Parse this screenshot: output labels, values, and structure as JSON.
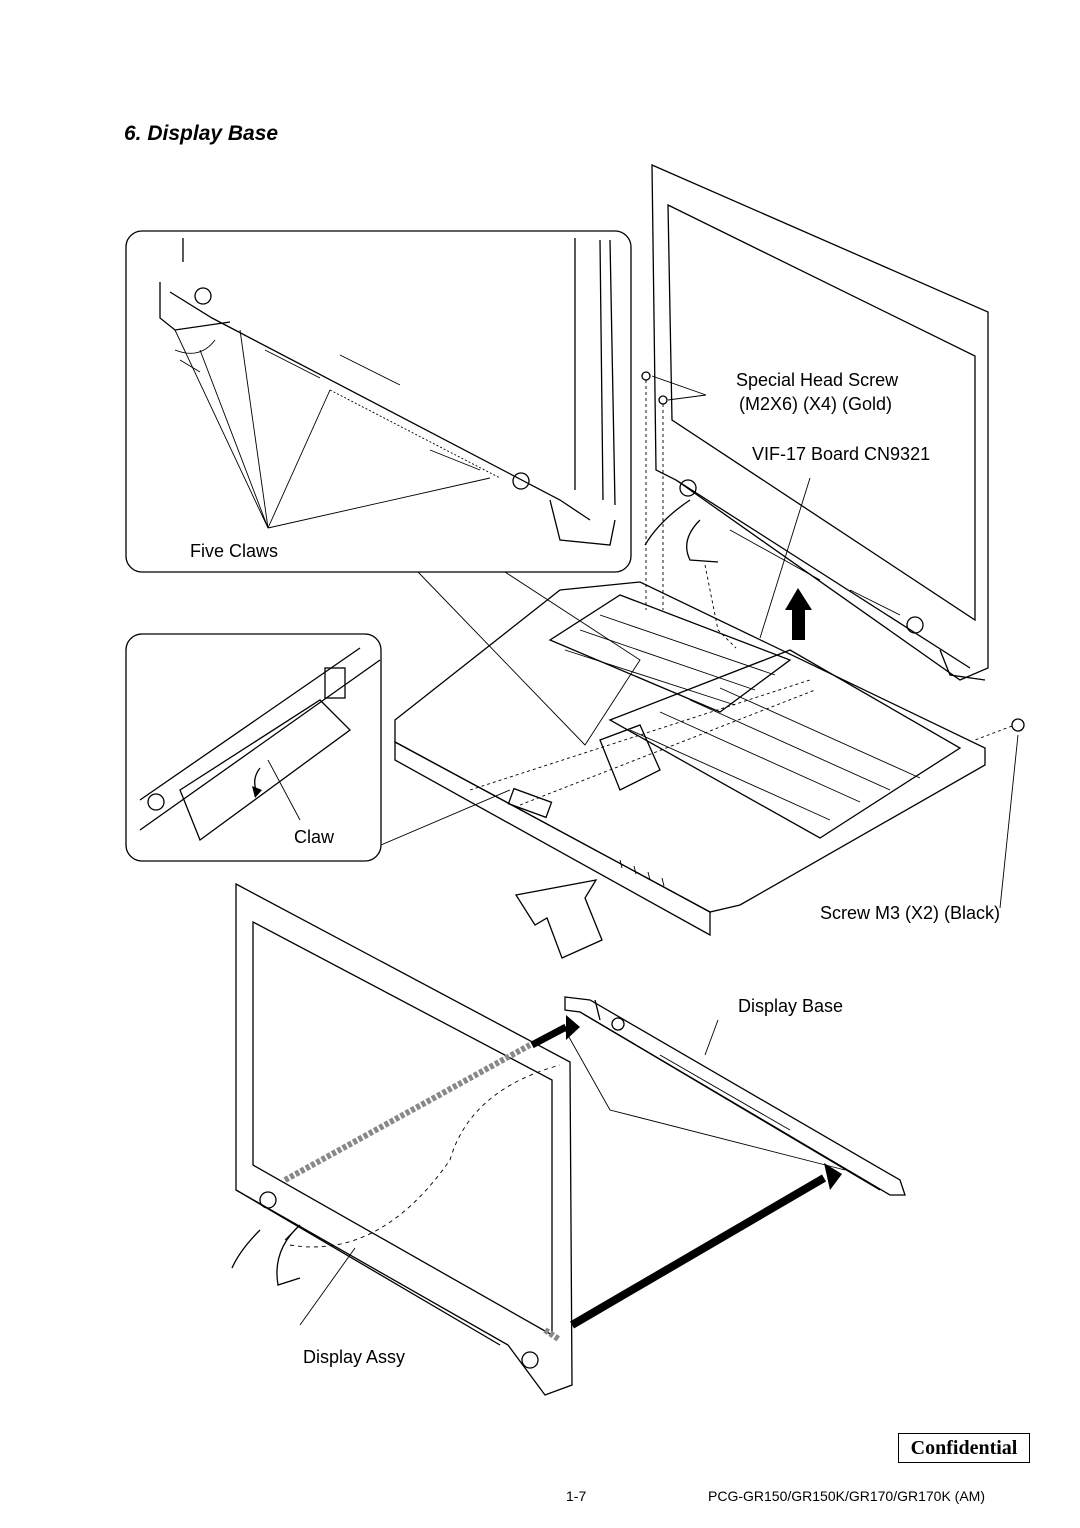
{
  "section_title": "6. Display Base",
  "labels": {
    "special_head_screw": "Special Head Screw",
    "special_head_screw_spec": "(M2X6) (X4) (Gold)",
    "vif_board": "VIF-17 Board CN9321",
    "five_claws": "Five Claws",
    "claw": "Claw",
    "screw_m3": "Screw M3 (X2) (Black)",
    "display_base": "Display Base",
    "display_assy": "Display Assy"
  },
  "confidential": "Confidential",
  "footer": {
    "page_number": "1-7",
    "model": "PCG-GR150/GR150K/GR170/GR170K (AM)"
  }
}
